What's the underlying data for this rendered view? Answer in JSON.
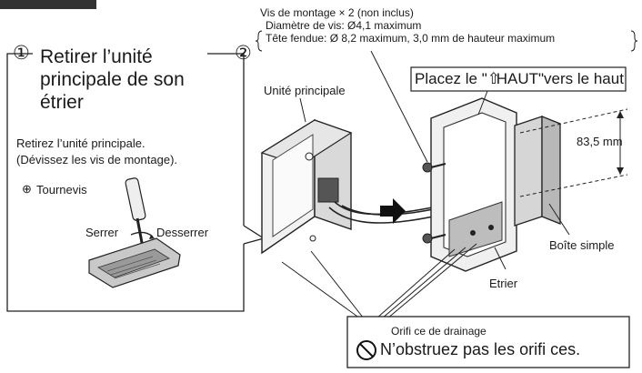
{
  "step1": {
    "number": "①",
    "title_lines": [
      "Retirer l’unité",
      "principale de son",
      "étrier"
    ],
    "instruction_lines": [
      "Retirez l’unité principale.",
      "(Dévissez les vis de montage)."
    ],
    "tool_label": "Tournevis",
    "tighten_label": "Serrer",
    "loosen_label": "Desserrer"
  },
  "step2": {
    "number": "②",
    "screw_info_lines": [
      "Vis de montage × 2 (non inclus)",
      "Diamètre de vis: Ø4,1 maximum",
      "Tête fendue: Ø 8,2 maximum, 3,0 mm de hauteur maximum"
    ],
    "top_note_before": "Placez le \"",
    "top_note_after": "HAUT\"vers le haut",
    "main_unit_label": "Unité principale",
    "dimension_label": "83,5 mm",
    "box_label": "Boîte simple",
    "bracket_label": "Etrier",
    "drain_label": "Orifi ce de drainage",
    "warning": "N’obstruez pas les orifi ces."
  }
}
